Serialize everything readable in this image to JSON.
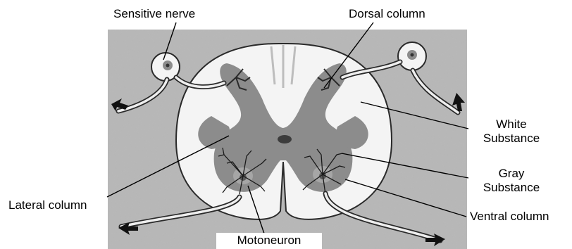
{
  "labels": {
    "sensitive_nerve": "Sensitive nerve",
    "dorsal_column": "Dorsal column",
    "white_substance_1": "White",
    "white_substance_2": "Substance",
    "gray_substance_1": "Gray",
    "gray_substance_2": "Substance",
    "lateral_column": "Lateral column",
    "ventral_column": "Ventral column",
    "motoneuron": "Motoneuron"
  },
  "colors": {
    "background_tissue": "#b8b8b8",
    "white_matter": "#f4f4f4",
    "gray_matter": "#8c8c8c",
    "outline": "#2a2a2a",
    "arrow": "#111111"
  }
}
